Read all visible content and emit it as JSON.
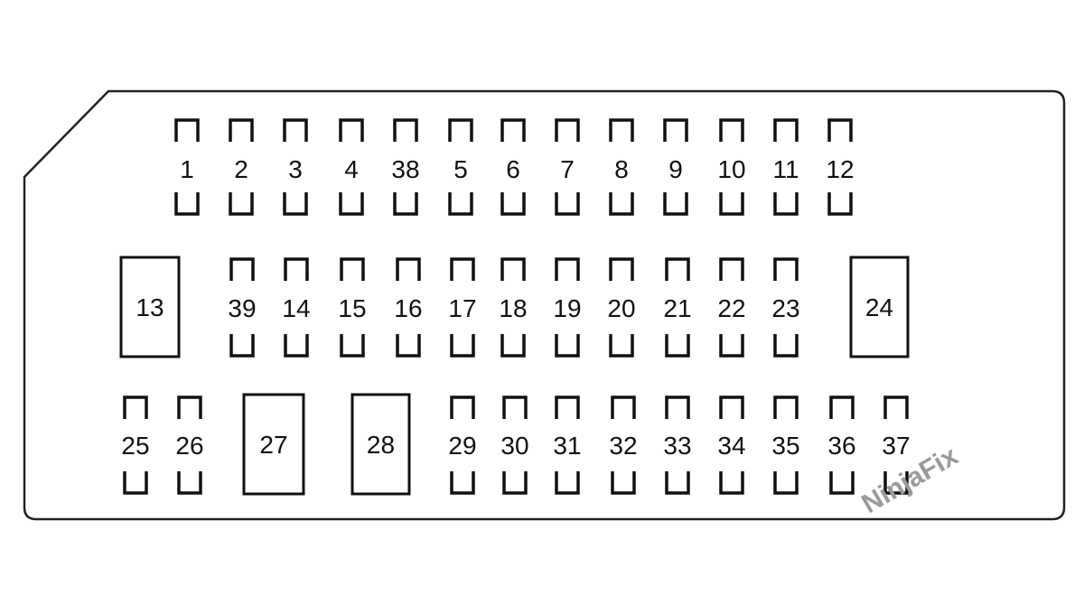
{
  "title": "Fuse box diagram",
  "rows": [
    {
      "fuses": [
        "1",
        "2",
        "3",
        "4",
        "38",
        "5",
        "6",
        "7",
        "8",
        "9",
        "10",
        "11",
        "12"
      ]
    },
    {
      "fuses": [
        "13",
        "39",
        "14",
        "15",
        "16",
        "17",
        "18",
        "19",
        "20",
        "21",
        "22",
        "23",
        "24"
      ]
    },
    {
      "fuses": [
        "25",
        "26",
        "27",
        "28",
        "29",
        "30",
        "31",
        "32",
        "33",
        "34",
        "35",
        "36",
        "37"
      ]
    }
  ],
  "watermark": "NinjaFix",
  "colors": {
    "line": "#111111",
    "watermark": "#9a9a9a"
  }
}
